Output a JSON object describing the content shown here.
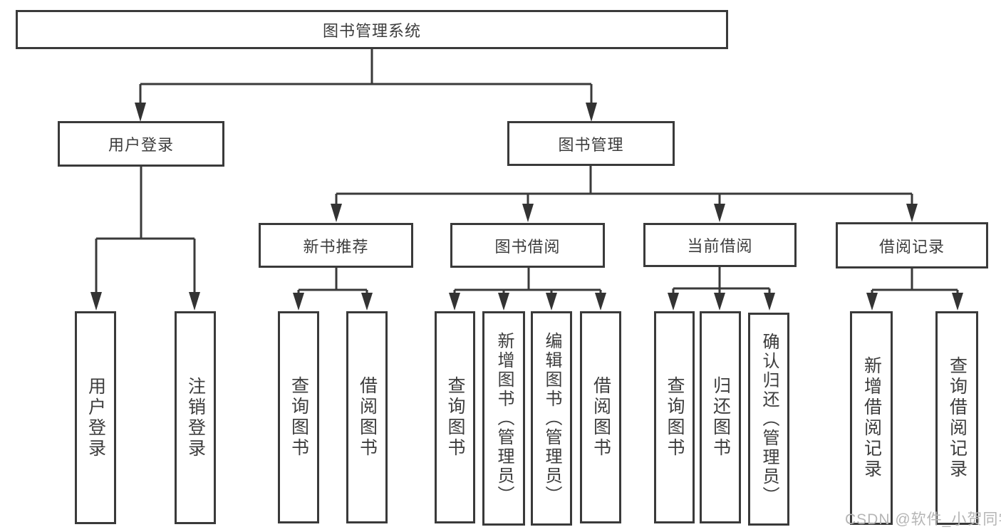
{
  "diagram": {
    "root": {
      "label": "图书管理系统"
    },
    "login": {
      "label": "用户登录",
      "children": [
        "用户登录",
        "注销登录"
      ]
    },
    "manage": {
      "label": "图书管理",
      "modules": [
        {
          "label": "新书推荐",
          "children": [
            "查询图书",
            "借阅图书"
          ]
        },
        {
          "label": "图书借阅",
          "children": [
            "查询图书",
            "新增图书（管理员）",
            "编辑图书（管理员）",
            "借阅图书"
          ]
        },
        {
          "label": "当前借阅",
          "children": [
            "查询图书",
            "归还图书",
            "确认归还（管理员）"
          ]
        },
        {
          "label": "借阅记录",
          "children": [
            "新增借阅记录",
            "查询借阅记录"
          ]
        }
      ]
    },
    "colors": {
      "line": "#3a3a3a",
      "text": "#3d3d3d",
      "watermark": "#b5b5b5",
      "background": "#ffffff"
    },
    "watermark": "CSDN @软件_小贺同学"
  }
}
